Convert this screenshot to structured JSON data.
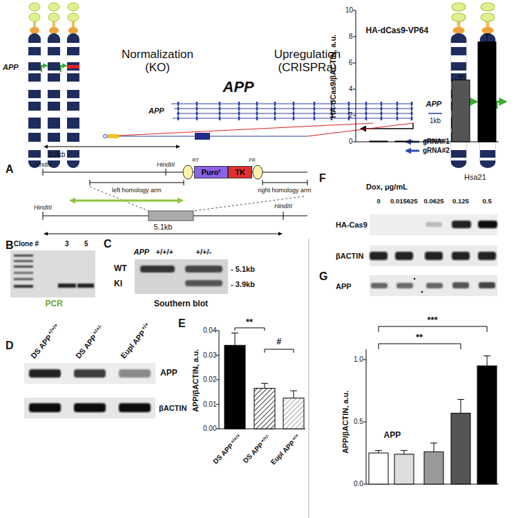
{
  "diagram": {
    "nodes": [
      {
        "text": [
          "Puro",
          "r"
        ]
      },
      {
        "text": [
          "TK"
        ]
      }
    ],
    "labels": [
      "A",
      "Normalization (KO)",
      "Upregulation (CRISPRa)",
      "APP",
      "APP",
      "APP",
      "Hsa21",
      "APP",
      "1kb",
      "gRNA#1",
      "gRNA#2",
      "HindIII",
      "3.9kb",
      "HindIII",
      "RT",
      "FR",
      "left homology arm",
      "right homology arm",
      "HindIII",
      "HindIII",
      "5.1kb",
      "B",
      "Clone #",
      "3",
      "5",
      "PCR",
      "C",
      "APP",
      "+/+/+",
      "+/+/-",
      "WT",
      "KI",
      "- 5.1kb",
      "- 3.9kb",
      "Southern blot",
      "D",
      "DS APP",
      "+/+/+",
      "DS APP",
      "+/+/-",
      "Eupl APP",
      "+/+",
      "APP",
      "βACTIN",
      "E",
      "APP/βACTIN, a.u.",
      "0.04",
      "0.03",
      "0.02",
      "0.01",
      "0.00",
      "**",
      "#",
      "DS APP",
      "+/+/+",
      "DS APP",
      "+/+/-",
      "Eupl APP",
      "+/+",
      "F",
      "HA-dCas9-VP64",
      "HA-dCas9/βACTIN, a.u.",
      "10",
      "8",
      "6",
      "4",
      "2",
      "0",
      "Dox, μg/mL",
      "0",
      "0.015625",
      "0.0625",
      "0.125",
      "0.5",
      "HA-Cas9",
      "βACTIN",
      "G",
      "APP",
      "APP/βACTIN, a.u.",
      "1.0",
      "0.5",
      "0.0",
      "APP",
      "***",
      "**"
    ]
  }
}
